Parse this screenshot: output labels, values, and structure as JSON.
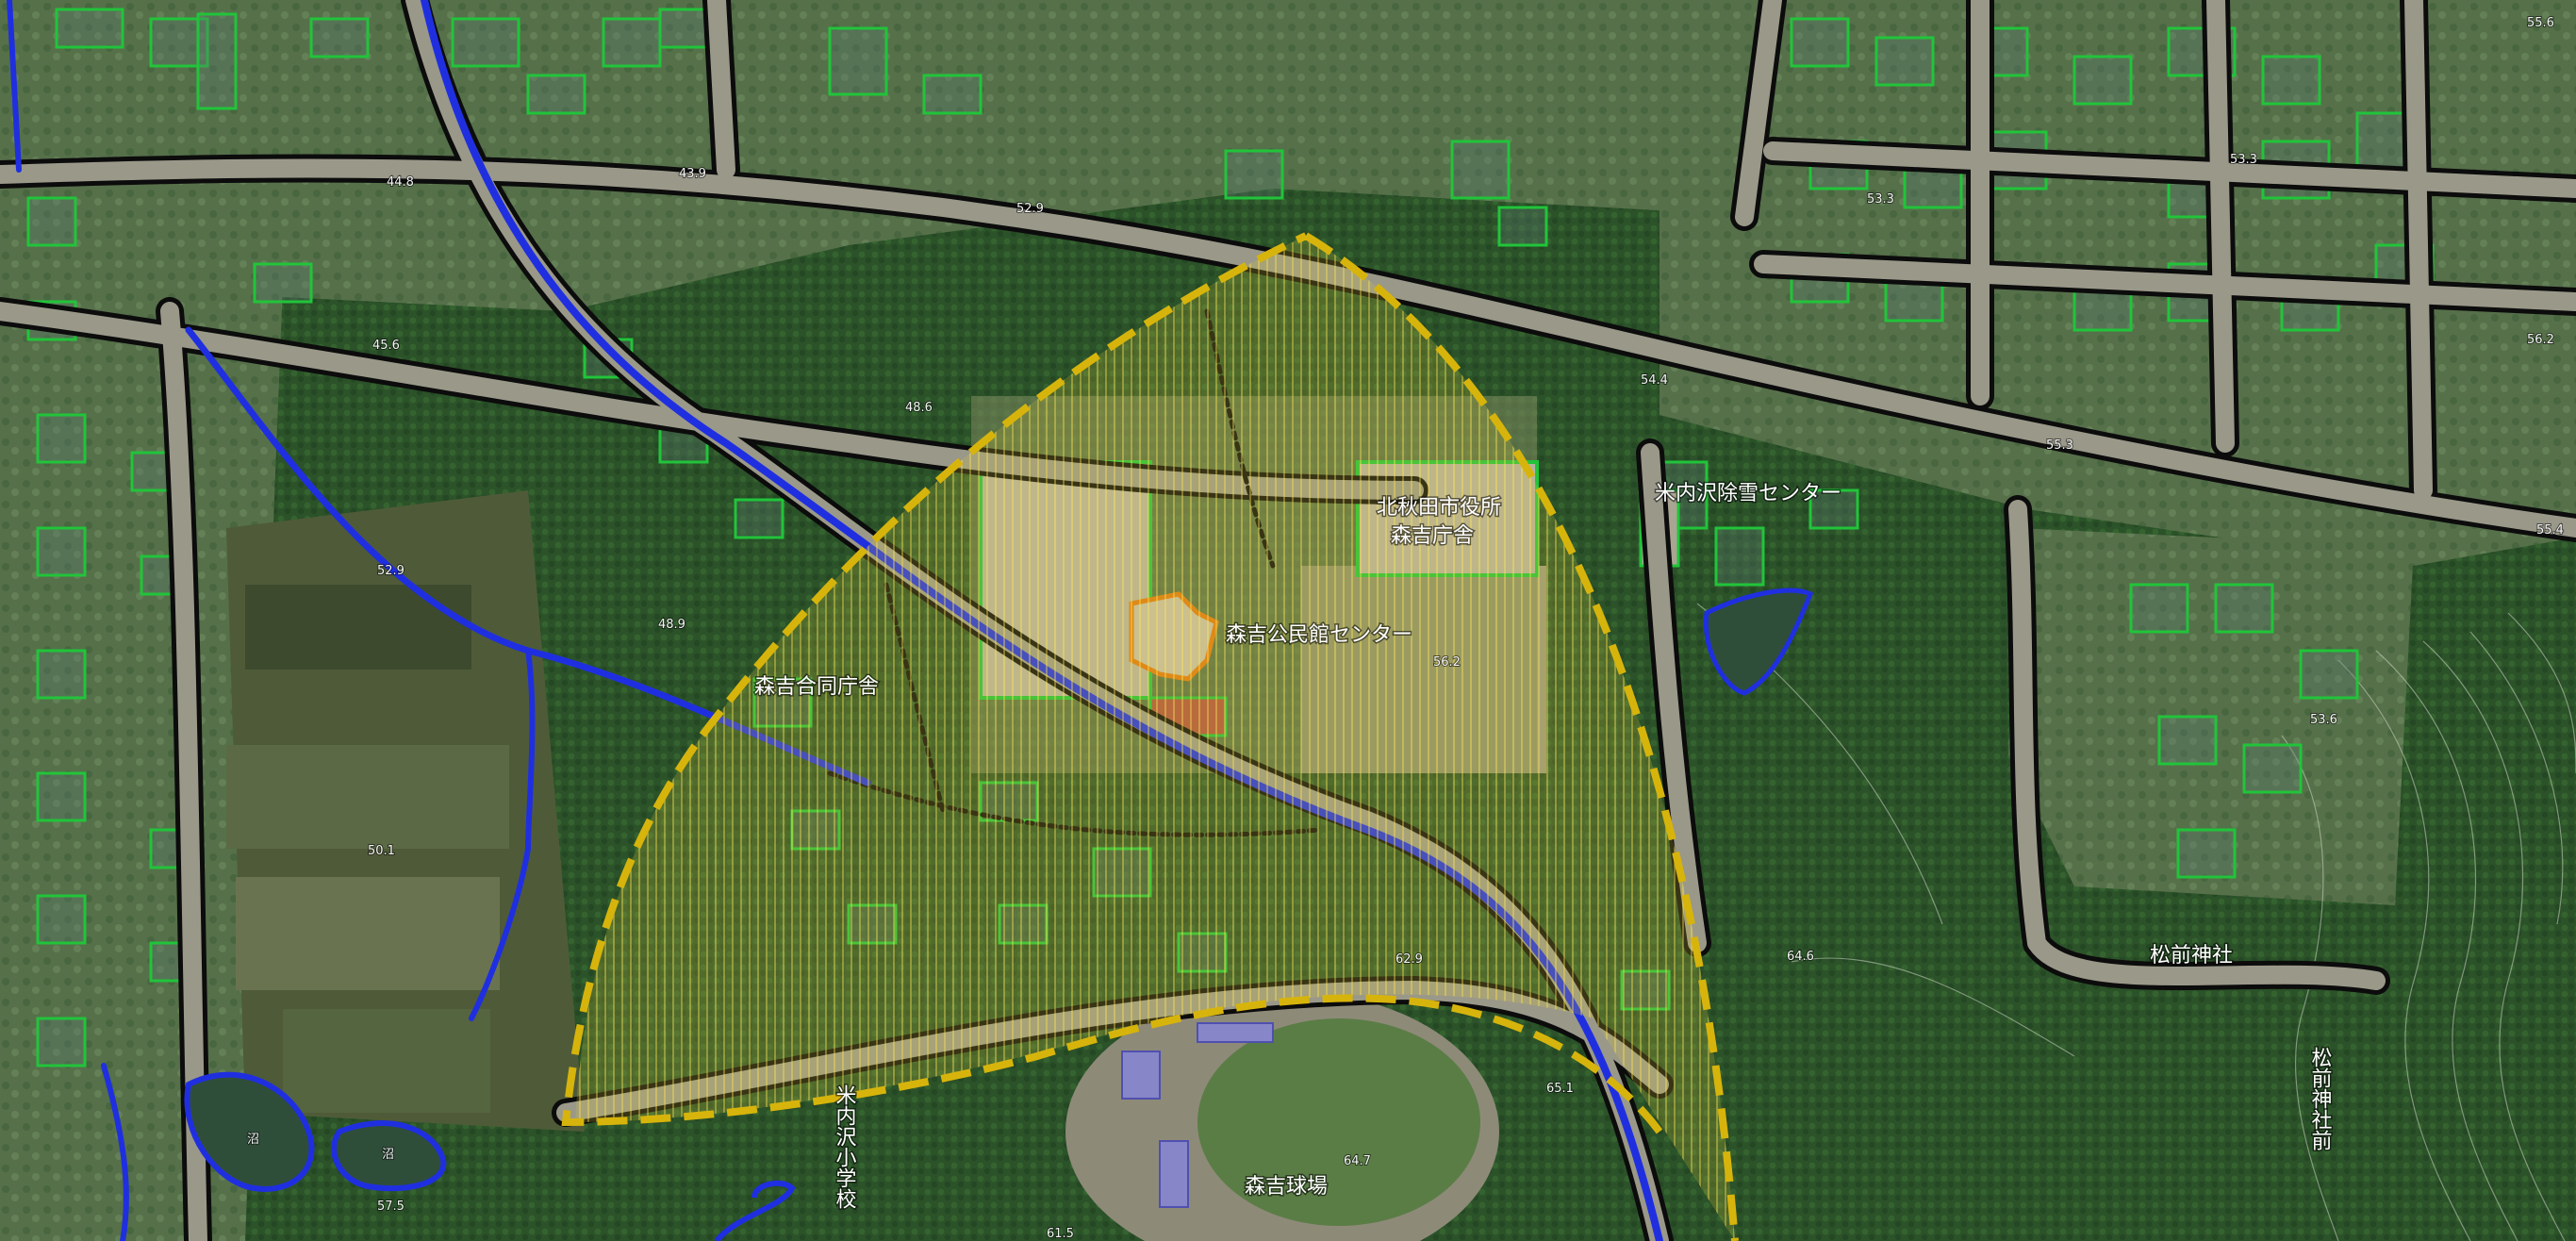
{
  "map": {
    "colors": {
      "forest": "#2f5a2c",
      "field": "#6b7a4a",
      "road_casing": "#0c0c0c",
      "road_fill": "#9a9889",
      "river": "#1f2fe0",
      "plan_area_fill": "#d4c437",
      "plan_area_boundary": "#d7b40c",
      "building_outline": "#21c43a",
      "contour": "#c9d3bf"
    },
    "facility_labels": {
      "city_hall_line1": "北秋田市役所",
      "city_hall_line2": "森吉庁舎",
      "snow_center": "米内沢除雪センター",
      "community_center": "森吉公民館センター",
      "shrine": "松前神社",
      "elementary_school": "米内沢小学校",
      "baseball_field": "森吉球場",
      "upper_left_facility": "森吉合同庁舎",
      "east_slope": "松前神社前",
      "pond": "沼"
    },
    "elevations": {
      "e1": "44.8",
      "e2": "43.9",
      "e3": "45.6",
      "e4": "48.6",
      "e5": "54.4",
      "e6": "55.3",
      "e7": "55.4",
      "e8": "56.2",
      "e9": "55.6",
      "e10": "53.3",
      "e11": "52.9",
      "e12": "48.9",
      "e13": "50.1",
      "e14": "53.3",
      "e15": "56.2",
      "e16": "53.6",
      "e17": "64.6",
      "e18": "64.7",
      "e19": "61.5",
      "e20": "57.5",
      "e21": "52.9",
      "e22": "62.9",
      "e23": "65.1"
    }
  }
}
